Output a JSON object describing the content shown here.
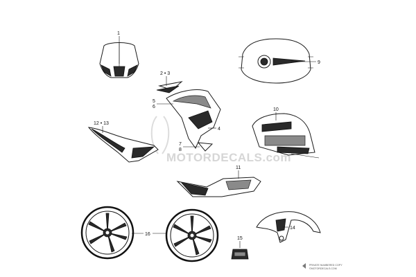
{
  "callouts": {
    "c1": "1",
    "c23": "2 • 3",
    "c5": "5",
    "c6": "6",
    "c4": "4",
    "c1213": "12 • 13",
    "c7": "7",
    "c8": "8",
    "c9": "9",
    "c10": "10",
    "c11": "11",
    "c16": "16",
    "c15": "15",
    "c14": "14"
  },
  "watermark": {
    "text": "MOTORDECALS.com"
  },
  "footer": {
    "line1": "PRIVATE NUMBERED COPY",
    "line2": "©MOTORDECALS.COM"
  },
  "colors": {
    "ink": "#111111",
    "watermark": "#d6d6d6"
  }
}
